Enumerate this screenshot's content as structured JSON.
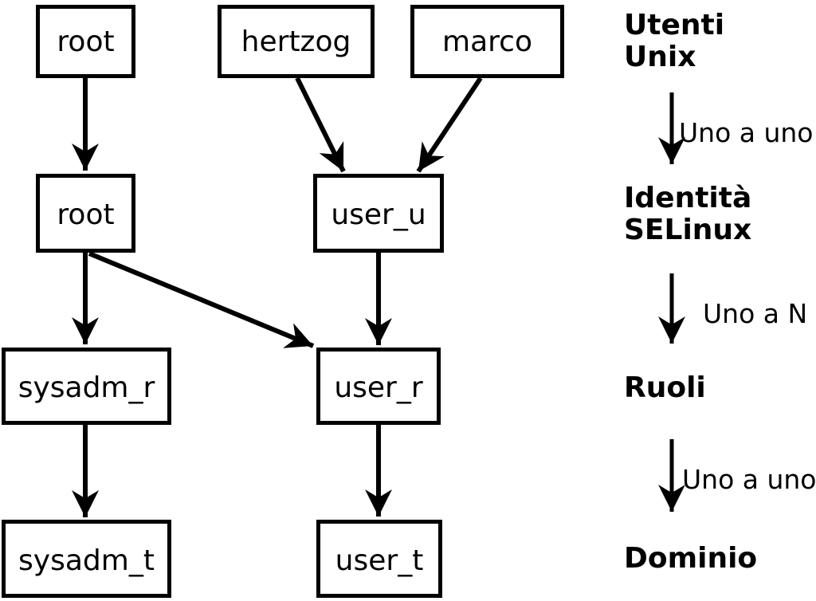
{
  "diagram": {
    "title_semantic": "SELinux user identity, role and domain mapping",
    "colors": {
      "stroke": "#000000",
      "background": "#ffffff"
    },
    "nodes": [
      {
        "label": "root"
      },
      {
        "label": "hertzog"
      },
      {
        "label": "marco"
      },
      {
        "label": "root"
      },
      {
        "label": "user_u"
      },
      {
        "label": "sysadm_r"
      },
      {
        "label": "user_r"
      },
      {
        "label": "sysadm_t"
      },
      {
        "label": "user_t"
      }
    ],
    "edges": [
      {
        "from": "root (utente Unix)",
        "to": "root (identità SELinux)"
      },
      {
        "from": "hertzog",
        "to": "user_u"
      },
      {
        "from": "marco",
        "to": "user_u"
      },
      {
        "from": "root (identità SELinux)",
        "to": "sysadm_r"
      },
      {
        "from": "root (identità SELinux)",
        "to": "user_r"
      },
      {
        "from": "user_u",
        "to": "user_r"
      },
      {
        "from": "sysadm_r",
        "to": "sysadm_t"
      },
      {
        "from": "user_r",
        "to": "user_t"
      }
    ],
    "legend": {
      "level1a": "Utenti",
      "level1b": "Unix",
      "rel1": "Uno a uno",
      "level2a": "Identità",
      "level2b": "SELinux",
      "rel2": "Uno a N",
      "level3": "Ruoli",
      "rel3": "Uno a uno",
      "level4": "Dominio"
    }
  }
}
